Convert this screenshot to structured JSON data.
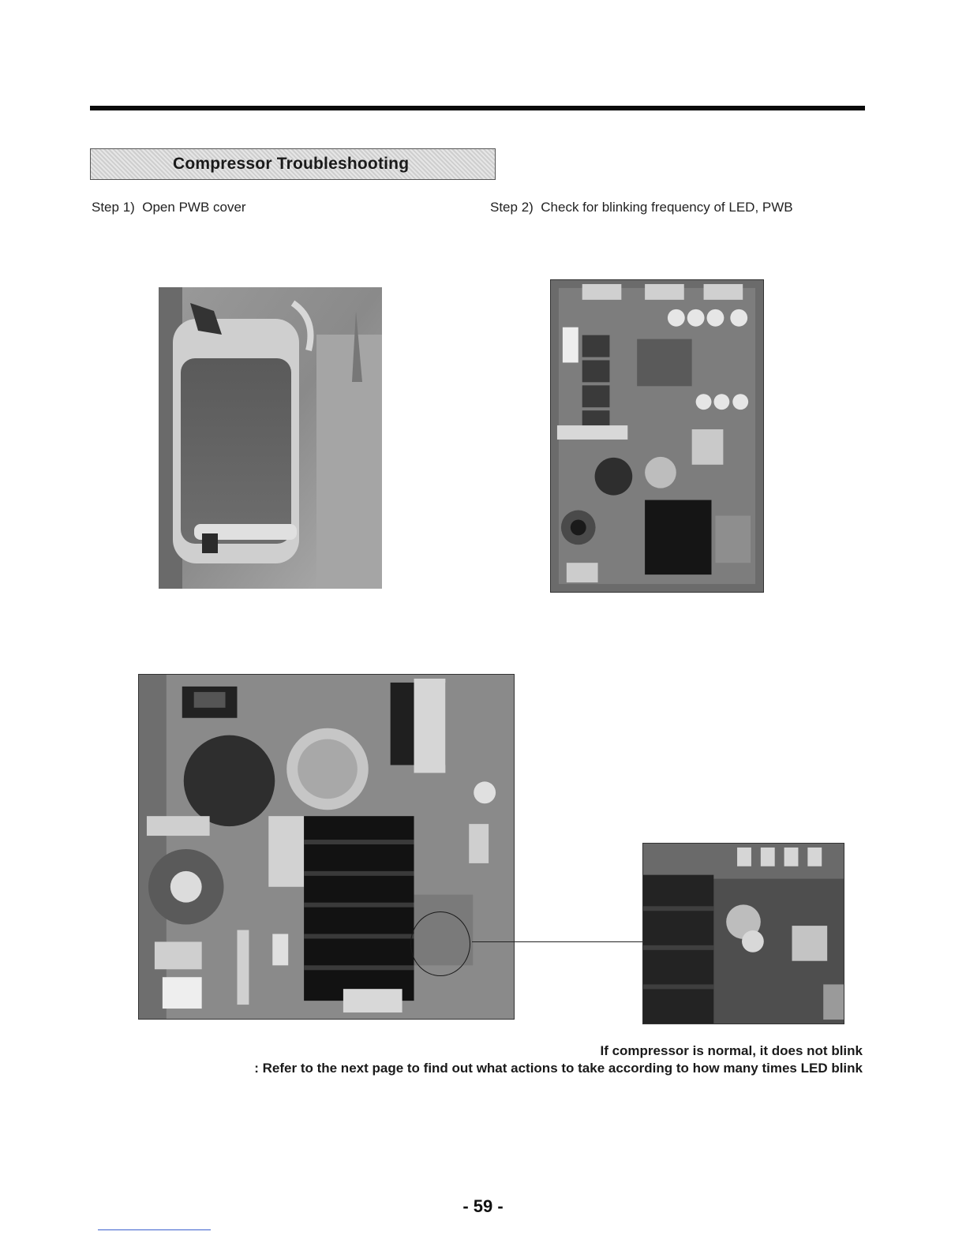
{
  "section": {
    "title": "Compressor Troubleshooting"
  },
  "steps": {
    "step1": "Step 1)  Open PWB cover",
    "step2": "Step 2)  Check for blinking frequency of LED, PWB"
  },
  "notes": {
    "line1": "If compressor is normal, it does not blink",
    "line2": ": Refer to the next page to find out what actions to take according to how many times LED blink"
  },
  "page": {
    "number": "- 59 -"
  },
  "photos": [
    {
      "name": "pwb-cover-photo",
      "style": "grayscale"
    },
    {
      "name": "pwb-board-photo",
      "style": "grayscale"
    },
    {
      "name": "inverter-board-photo",
      "style": "grayscale"
    },
    {
      "name": "led-closeup-photo",
      "style": "grayscale"
    }
  ]
}
